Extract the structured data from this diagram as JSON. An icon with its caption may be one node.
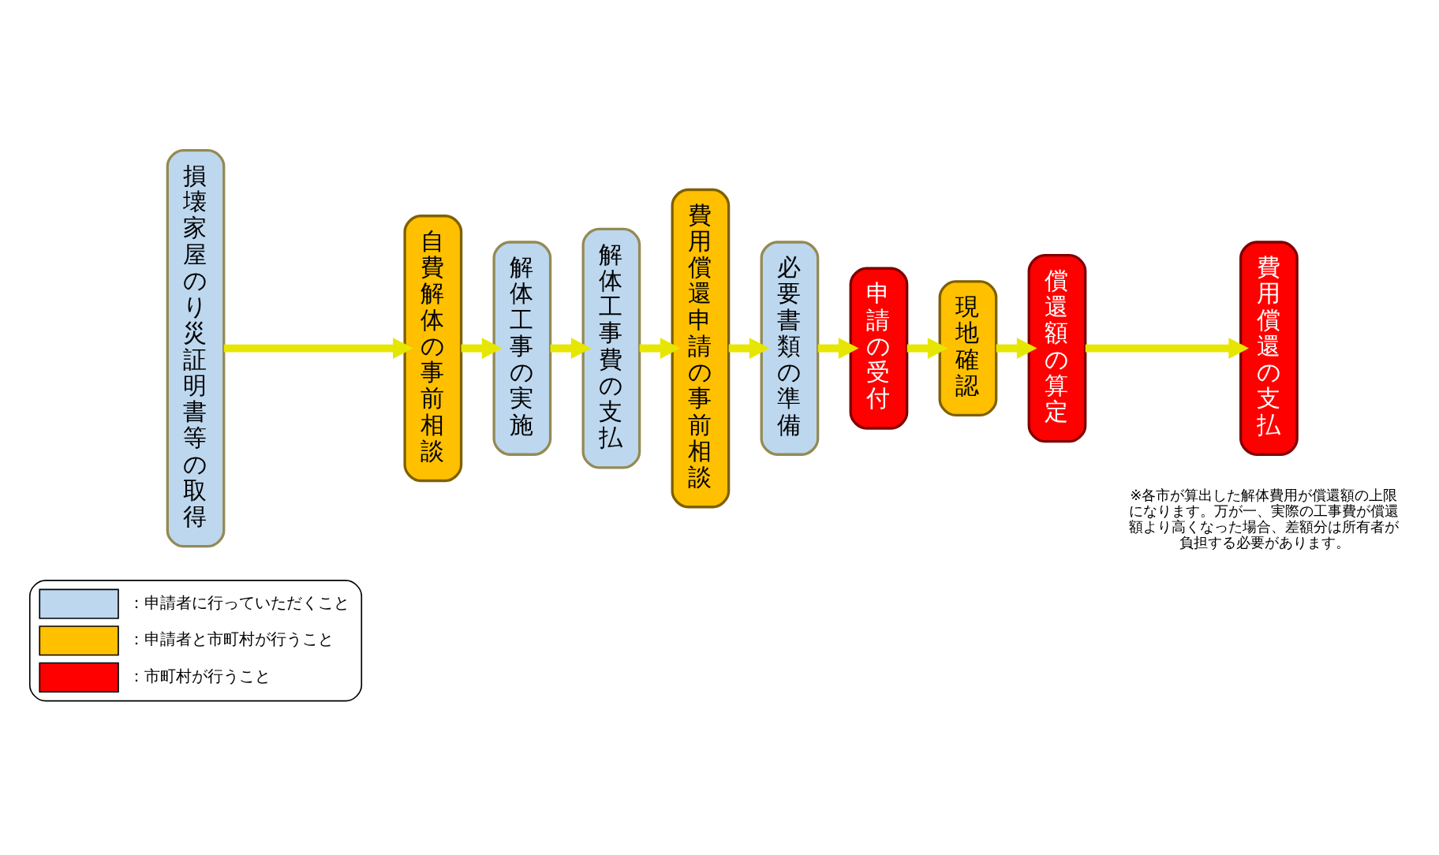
{
  "diagram": {
    "nodes": [
      {
        "text": [
          "損壊家屋のり災証明書等の取得"
        ]
      },
      {
        "text": [
          "自費解体の事前相談"
        ]
      },
      {
        "text": [
          "解体工事の実施"
        ]
      },
      {
        "text": [
          "解体工事費の支払"
        ]
      },
      {
        "text": [
          "費用償還申請の事前相談"
        ]
      },
      {
        "text": [
          "必要書類の準備"
        ]
      },
      {
        "text": [
          "申請の受付"
        ]
      },
      {
        "text": [
          "現地確認"
        ]
      },
      {
        "text": [
          "償還額の算定"
        ]
      },
      {
        "text": [
          "費用償還の支払"
        ]
      }
    ],
    "edges": [
      {
        "from": 0,
        "to": 1,
        "arrow": "to"
      },
      {
        "from": 1,
        "to": 2,
        "arrow": "to"
      },
      {
        "from": 2,
        "to": 3,
        "arrow": "to"
      },
      {
        "from": 3,
        "to": 4,
        "arrow": "to"
      },
      {
        "from": 4,
        "to": 5,
        "arrow": "to"
      },
      {
        "from": 5,
        "to": 6,
        "arrow": "to"
      },
      {
        "from": 6,
        "to": 7,
        "arrow": "to"
      },
      {
        "from": 7,
        "to": 8,
        "arrow": "to"
      },
      {
        "from": 8,
        "to": 9,
        "arrow": "to"
      }
    ],
    "labels": [
      "※各市が算出した解体費用が償還額の上限になります。万が一、実際の工事費が償還額より高くなった場合、差額分は所有者が負担する必要があります。"
    ],
    "legend": [
      {
        "text": "：申請者に行っていただくこと",
        "color": "#bdd7ee"
      },
      {
        "text": "：申請者と市町村が行うこと",
        "color": "#ffc000"
      },
      {
        "text": "：市町村が行うこと",
        "color": "#ff0000"
      }
    ]
  }
}
